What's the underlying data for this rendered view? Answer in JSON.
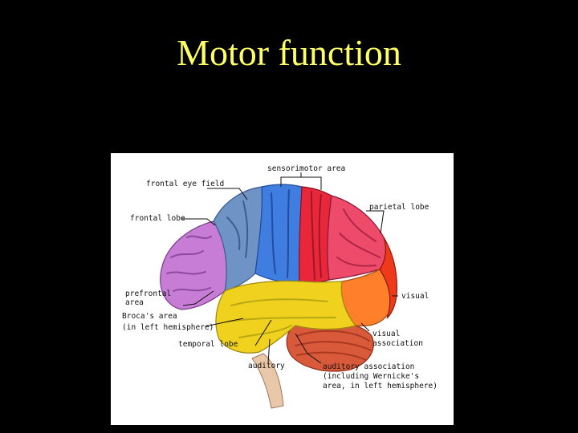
{
  "slide": {
    "title": "Motor function"
  },
  "figure": {
    "labels": {
      "sensorimotor": "sensorimotor area",
      "frontal_eye_field": "frontal eye field",
      "frontal_lobe": "frontal lobe",
      "parietal_lobe": "parietal lobe",
      "prefrontal_1": "prefrontal",
      "prefrontal_2": "area",
      "visual": "visual",
      "brocas_1": "Broca's area",
      "brocas_2": "(in left hemisphere)",
      "visual_assoc_1": "visual",
      "visual_assoc_2": "association",
      "temporal_lobe": "temporal lobe",
      "auditory": "auditory",
      "auditory_assoc_1": "auditory association",
      "auditory_assoc_2": "(including Wernicke's",
      "auditory_assoc_3": "area, in left hemisphere)"
    },
    "region_colors": {
      "prefrontal": "#c77dd6",
      "frontal_eye_field": "#6f93c4",
      "motor": "#3f7ee0",
      "sensory": "#e8283a",
      "parietal": "#ee4a6a",
      "temporal": "#f0d21e",
      "visual_association": "#ff7f2a",
      "visual": "#ee3a1a",
      "cerebellum": "#d85a3a",
      "brainstem": "#e8c8a8"
    }
  }
}
